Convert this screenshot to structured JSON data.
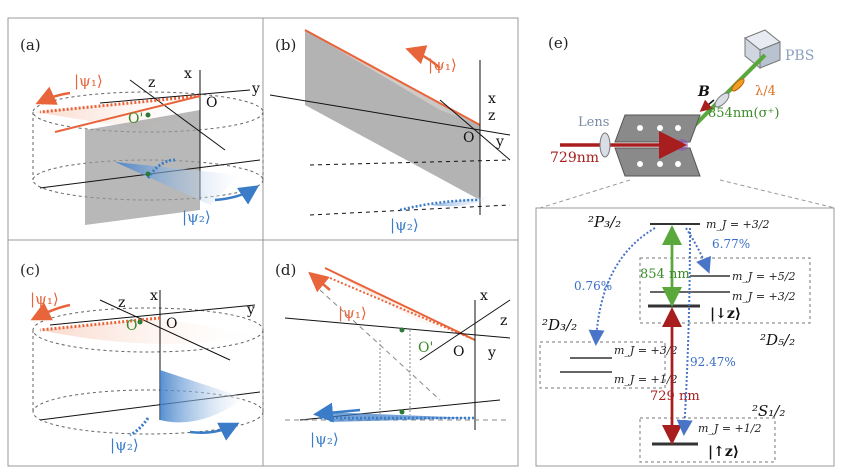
{
  "panels": {
    "a": {
      "label": "(a)",
      "axis_x": "x",
      "axis_y": "y",
      "axis_z": "z",
      "origin": "O",
      "origin2": "O'",
      "psi1": "|ψ₁⟩",
      "psi2": "|ψ₂⟩"
    },
    "b": {
      "label": "(b)",
      "axis_x": "x",
      "axis_y": "y",
      "axis_z": "z",
      "origin": "O",
      "psi1": "|ψ₁⟩",
      "psi2": "|ψ₂⟩"
    },
    "c": {
      "label": "(c)",
      "axis_x": "x",
      "axis_y": "y",
      "axis_z": "z",
      "origin": "O",
      "origin2": "O'",
      "psi1": "|ψ₁⟩",
      "psi2": "|ψ₂⟩"
    },
    "d": {
      "label": "(d)",
      "axis_x": "x",
      "axis_y": "y",
      "axis_z": "z",
      "origin": "O",
      "origin2": "O'",
      "psi1": "|ψ₁⟩",
      "psi2": "|ψ₂⟩"
    },
    "e": {
      "label": "(e)",
      "pbs": "PBS",
      "waveplate": "λ/4",
      "field": "B",
      "beam854": "854nm(σ⁺)",
      "lens": "Lens",
      "beam729": "729nm",
      "levels": {
        "p32": "²P₃/₂",
        "d32": "²D₃/₂",
        "d52": "²D₅/₂",
        "s12": "²S₁/₂"
      },
      "mj": {
        "p32": "m_J = +3/2",
        "d52_top": "m_J = +5/2",
        "d52_bottom": "m_J = +3/2",
        "d32_top": "m_J = +3/2",
        "d32_bottom": "m_J = +1/2",
        "s12": "m_J = +1/2"
      },
      "states": {
        "down": "|↓z⟩",
        "up": "|↑z⟩"
      },
      "transitions": {
        "t854": "854 nm",
        "t729": "729 nm"
      },
      "branching": {
        "to_d52_m52": "6.77%",
        "to_d32": "0.76%",
        "to_s12": "92.47%"
      }
    }
  },
  "colors": {
    "orange": "#e8643a",
    "blue": "#3a7cc8",
    "gray": "#8a8a8a",
    "green": "#5aa83c",
    "darkred": "#a81e1e",
    "lightblue": "#4a74c8"
  }
}
